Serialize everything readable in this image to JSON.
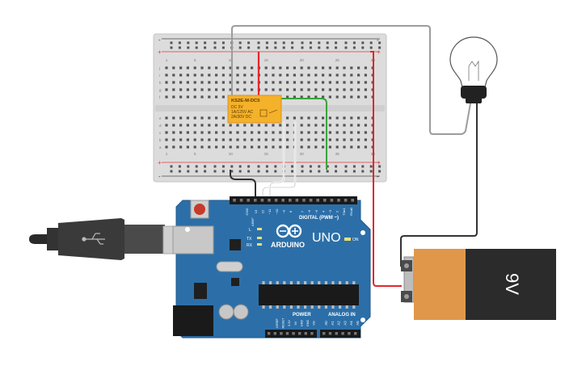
{
  "breadboard": {
    "columns_top": [
      "1",
      "5",
      "10",
      "15",
      "20",
      "25",
      "30"
    ],
    "rows_top": [
      "j",
      "i",
      "h",
      "g",
      "f"
    ],
    "rows_bottom": [
      "e",
      "d",
      "c",
      "b",
      "a"
    ],
    "rail_plus": "+",
    "rail_minus": "-"
  },
  "relay": {
    "title": "KS2E-M-DC5",
    "line1": "DC 5V",
    "line2": "1A/125V AC",
    "line3": "2A/30V DC",
    "color": "#f4b12a"
  },
  "arduino": {
    "brand": "ARDUINO",
    "model": "UNO",
    "digital_label": "DIGITAL (PWM ~)",
    "power_label": "POWER",
    "analog_label": "ANALOG IN",
    "on_label": "ON",
    "tx_label": "TX",
    "rx_label": "RX",
    "l_label": "L",
    "aref": "AREF",
    "gnd": "GND",
    "digital_pins": [
      "13",
      "12",
      "~11",
      "~10",
      "~9",
      "8",
      "7",
      "~6",
      "~5",
      "4",
      "~3",
      "2",
      "TX▸1",
      "RX◂0"
    ],
    "power_pins": [
      "IOREF",
      "RESET",
      "3.3V",
      "5V",
      "GND",
      "GND",
      "Vin"
    ],
    "analog_pins": [
      "A0",
      "A1",
      "A2",
      "A3",
      "A4",
      "A5"
    ],
    "board_color": "#2c6fa8"
  },
  "battery": {
    "label": "9V",
    "body_color": "#2b2b2b",
    "cap_color": "#e0974a"
  },
  "wires": {
    "red": "#e3262b",
    "black": "#333333",
    "green": "#3aa43a",
    "gray": "#9c9c9c",
    "white": "#ffffff"
  }
}
